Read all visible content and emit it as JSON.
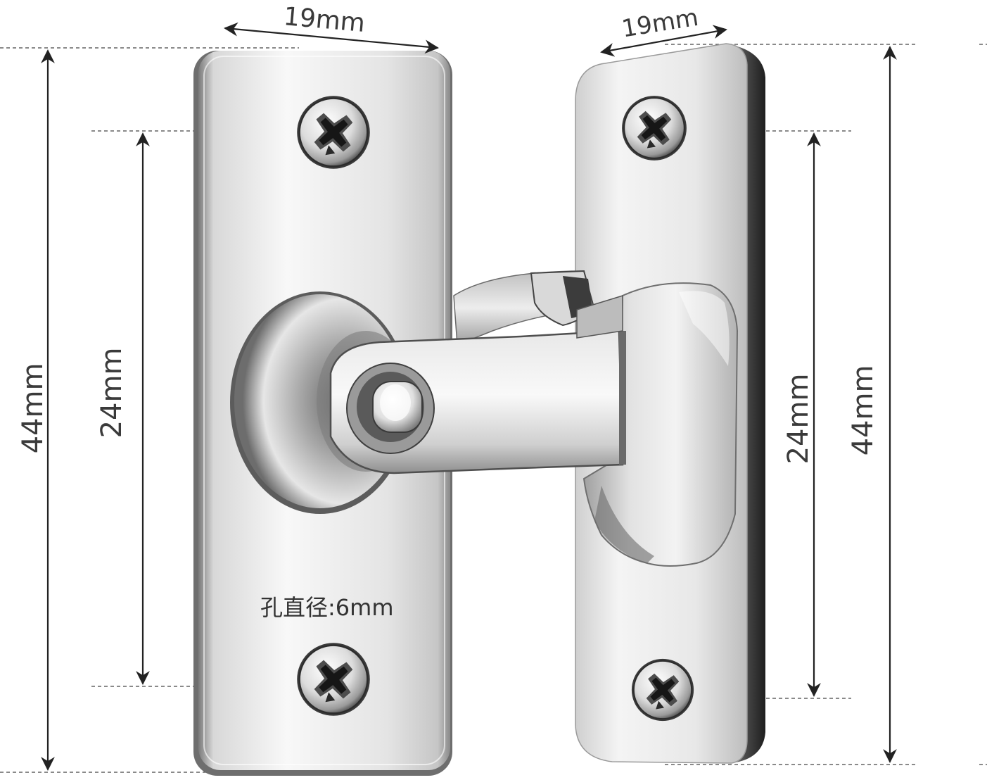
{
  "dimensions": {
    "left_plate_width": "19mm",
    "right_plate_width": "19mm",
    "left_plate_height": "44mm",
    "left_hole_spacing": "24mm",
    "right_hole_spacing": "24mm",
    "right_plate_height": "44mm"
  },
  "note": {
    "hole_diameter": "孔直径:6mm"
  },
  "colors": {
    "plate_light": "#f7f7f7",
    "plate_mid": "#d4d4d4",
    "plate_dark": "#8e8e8e",
    "edge_dark": "#4a4a4a",
    "dimension_line": "#222222"
  },
  "icons": {
    "screw": "phillips-screw-icon",
    "pivot": "pivot-pin-icon"
  }
}
